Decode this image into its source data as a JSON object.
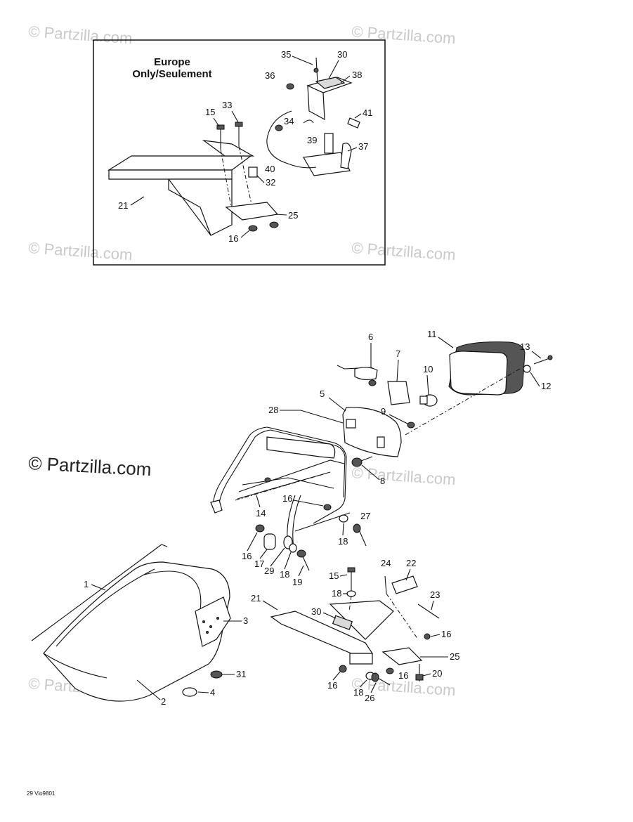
{
  "inset": {
    "title_line1": "Europe",
    "title_line2": "Only/Seulement"
  },
  "watermarks": {
    "small": "© Partzilla.com",
    "large": "© Partzilla.com"
  },
  "drawing_code": "29 Vio9801",
  "callouts": {
    "inset": [
      "35",
      "30",
      "38",
      "36",
      "41",
      "15",
      "33",
      "34",
      "39",
      "37",
      "40",
      "32",
      "21",
      "25",
      "16"
    ],
    "main": [
      "6",
      "11",
      "13",
      "7",
      "10",
      "12",
      "5",
      "28",
      "9",
      "8",
      "14",
      "16",
      "27",
      "18",
      "16",
      "17",
      "29",
      "18",
      "19",
      "1",
      "24",
      "22",
      "15",
      "18",
      "23",
      "21",
      "30",
      "3",
      "16",
      "25",
      "31",
      "16",
      "20",
      "16",
      "4",
      "18",
      "26",
      "2"
    ]
  }
}
